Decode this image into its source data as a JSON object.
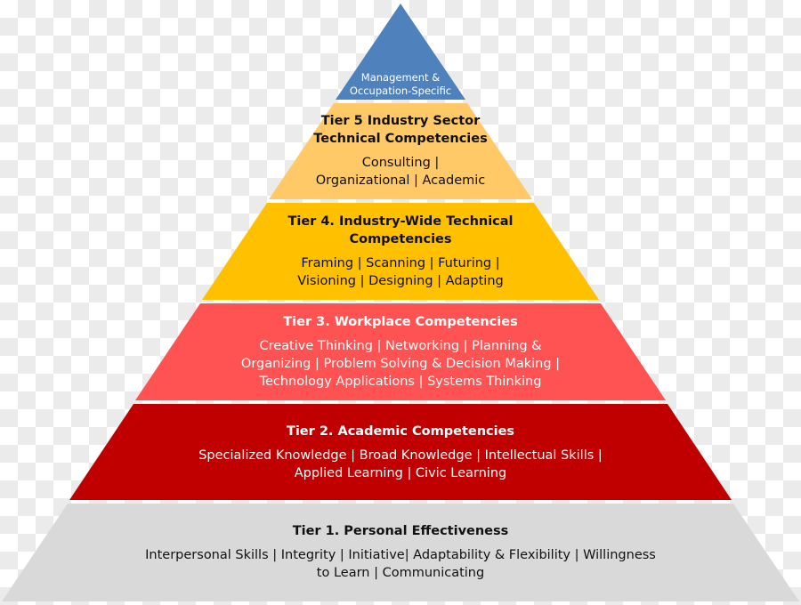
{
  "colors": {
    "apex": "#4f81bd",
    "tier5": "#fec966",
    "tier4": "#ffc000",
    "tier3": "#ff5252",
    "tier2": "#c00000",
    "tier1": "#d9d9d9"
  },
  "apex": {
    "line1": "Management &",
    "line2": "Occupation-Specific"
  },
  "tier5": {
    "title1": "Tier 5 Industry Sector",
    "title2": "Technical Competencies",
    "desc1": "Consulting |",
    "desc2": "Organizational | Academic"
  },
  "tier4": {
    "title1": "Tier 4. Industry-Wide Technical",
    "title2": "Competencies",
    "desc1": "Framing | Scanning | Futuring |",
    "desc2": "Visioning | Designing | Adapting"
  },
  "tier3": {
    "title": "Tier 3. Workplace Competencies",
    "desc1": "Creative Thinking | Networking | Planning &",
    "desc2": "Organizing | Problem Solving & Decision Making |",
    "desc3": "Technology Applications | Systems Thinking"
  },
  "tier2": {
    "title": "Tier 2. Academic Competencies",
    "desc1": "Specialized Knowledge | Broad Knowledge | Intellectual Skills |",
    "desc2": "Applied Learning | Civic Learning"
  },
  "tier1": {
    "title": "Tier 1. Personal Effectiveness",
    "desc1": "Interpersonal Skills | Integrity | Initiative| Adaptability & Flexibility | Willingness",
    "desc2": "to Learn | Communicating"
  }
}
